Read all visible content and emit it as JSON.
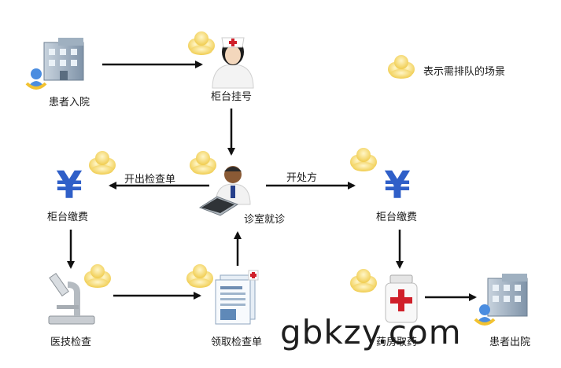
{
  "nodes": {
    "patient_admit": "患者入院",
    "registration": "柜台挂号",
    "consultation": "诊室就诊",
    "payment_left": "柜台缴费",
    "payment_right": "柜台缴费",
    "examination": "医技检查",
    "get_report": "领取检查单",
    "pharmacy": "药房取药",
    "patient_discharge": "患者出院"
  },
  "edges": {
    "issue_exam_form": "开出检查单",
    "prescribe": "开处方"
  },
  "legend": {
    "queue_scene": "表示需排队的场景"
  },
  "watermark": "gbkzy.com",
  "colors": {
    "arrow": "#111111",
    "queue_icon": "#f4d76a",
    "yuan": "#2f5fc8",
    "red_cross": "#d0202a"
  }
}
